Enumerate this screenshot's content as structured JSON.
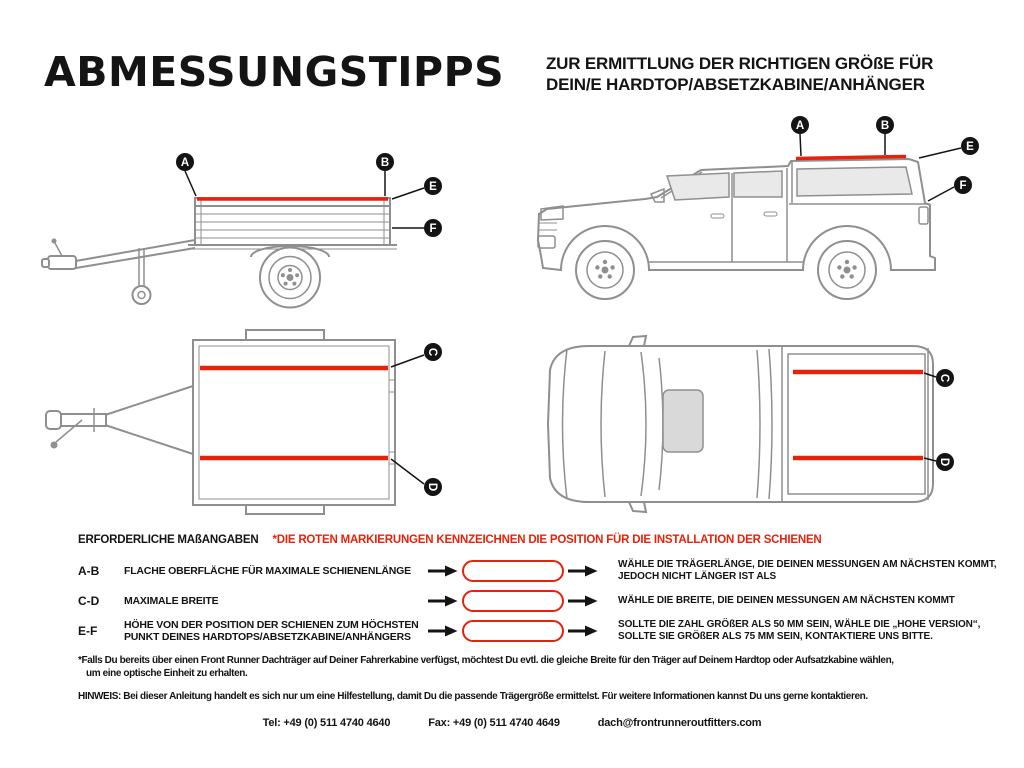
{
  "header": {
    "title": "ABMESSUNGSTIPPS",
    "subtitle_line1": "ZUR ERMITTLUNG DER RICHTIGEN GRÖßE FÜR",
    "subtitle_line2": "DEIN/E HARDTOP/ABSETZKABINE/ANHÄNGER"
  },
  "labels": {
    "a": "A",
    "b": "B",
    "c": "C",
    "d": "D",
    "e": "E",
    "f": "F"
  },
  "measurements": {
    "heading": "ERFORDERLICHE MAßANGABEN",
    "red_note": "*DIE ROTEN MARKIERUNGEN KENNZEICHNEN DIE POSITION FÜR DIE INSTALLATION DER SCHIENEN",
    "rows": [
      {
        "key": "A-B",
        "description": "FLACHE OBERFLÄCHE FÜR MAXIMALE SCHIENENLÄNGE",
        "result": "WÄHLE DIE TRÄGERLÄNGE, DIE DEINEN MESSUNGEN AM NÄCHSTEN KOMMT, JEDOCH NICHT LÄNGER IST ALS"
      },
      {
        "key": "C-D",
        "description": "MAXIMALE BREITE",
        "result": "WÄHLE DIE BREITE, DIE DEINEN MESSUNGEN AM NÄCHSTEN KOMMT"
      },
      {
        "key": "E-F",
        "description": "HÖHE VON DER POSITION DER SCHIENEN ZUM HÖCHSTEN PUNKT DEINES HARDTOPS/ABSETZKABINE/ANHÄNGERS",
        "result": "SOLLTE DIE ZAHL GRÖßER ALS 50 MM SEIN, WÄHLE DIE „HOHE VERSION“, SOLLTE SIE GRÖßER ALS 75 MM SEIN, KONTAKTIERE UNS BITTE."
      }
    ]
  },
  "footnotes": {
    "asterisk_line1": "*Falls Du bereits über einen Front Runner Dachträger auf Deiner Fahrerkabine verfügst, möchtest Du evtl. die gleiche Breite für den Träger auf Deinem Hardtop oder Aufsatzkabine wählen,",
    "asterisk_line2": "um eine optische Einheit zu erhalten.",
    "hinweis": "HINWEIS: Bei dieser Anleitung handelt es sich nur um eine Hilfestellung, damit Du die passende Trägergröße ermittelst. Für weitere Informationen kannst Du uns gerne kontaktieren."
  },
  "contact": {
    "tel": "Tel: +49 (0) 511 4740 4640",
    "fax": "Fax: +49 (0) 511 4740 4649",
    "email": "dach@frontrunneroutfitters.com"
  },
  "colors": {
    "accent_red": "#e8220a",
    "line_gray": "#8f8f8f",
    "ink": "#141414"
  }
}
